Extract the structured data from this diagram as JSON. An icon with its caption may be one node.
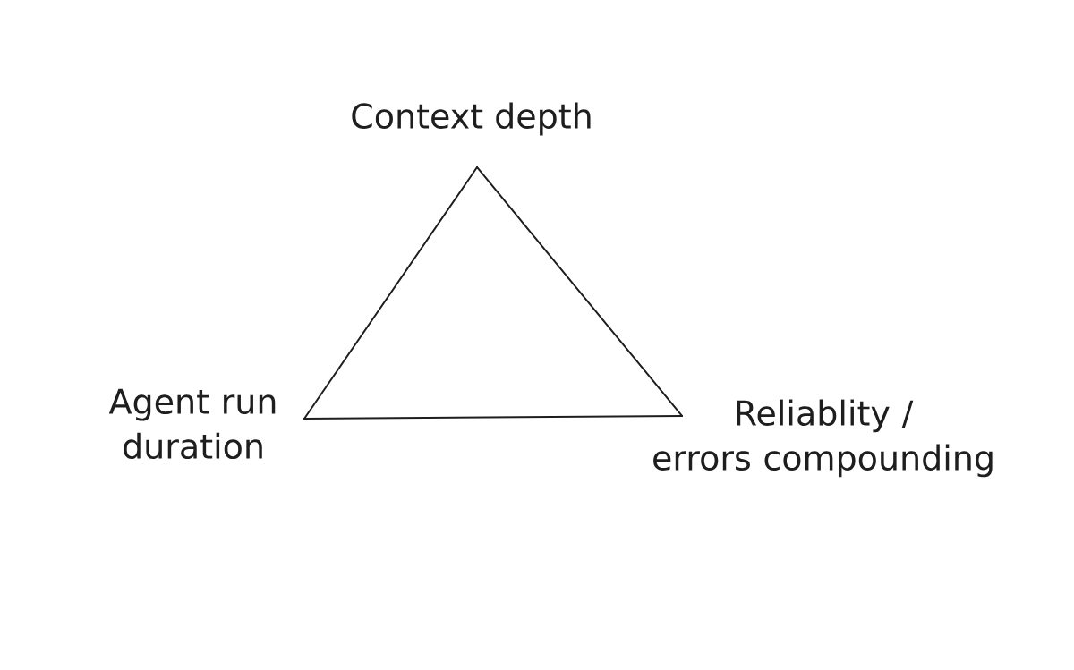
{
  "diagram": {
    "nodes": [
      {
        "text": [
          "Context depth"
        ]
      },
      {
        "text": [
          "Agent run duration"
        ]
      },
      {
        "text": [
          "Reliablity / errors compounding"
        ]
      }
    ],
    "edges": [
      {
        "from": 0,
        "to": 1,
        "arrow": "none"
      },
      {
        "from": 1,
        "to": 2,
        "arrow": "none"
      },
      {
        "from": 2,
        "to": 0,
        "arrow": "none"
      }
    ]
  }
}
